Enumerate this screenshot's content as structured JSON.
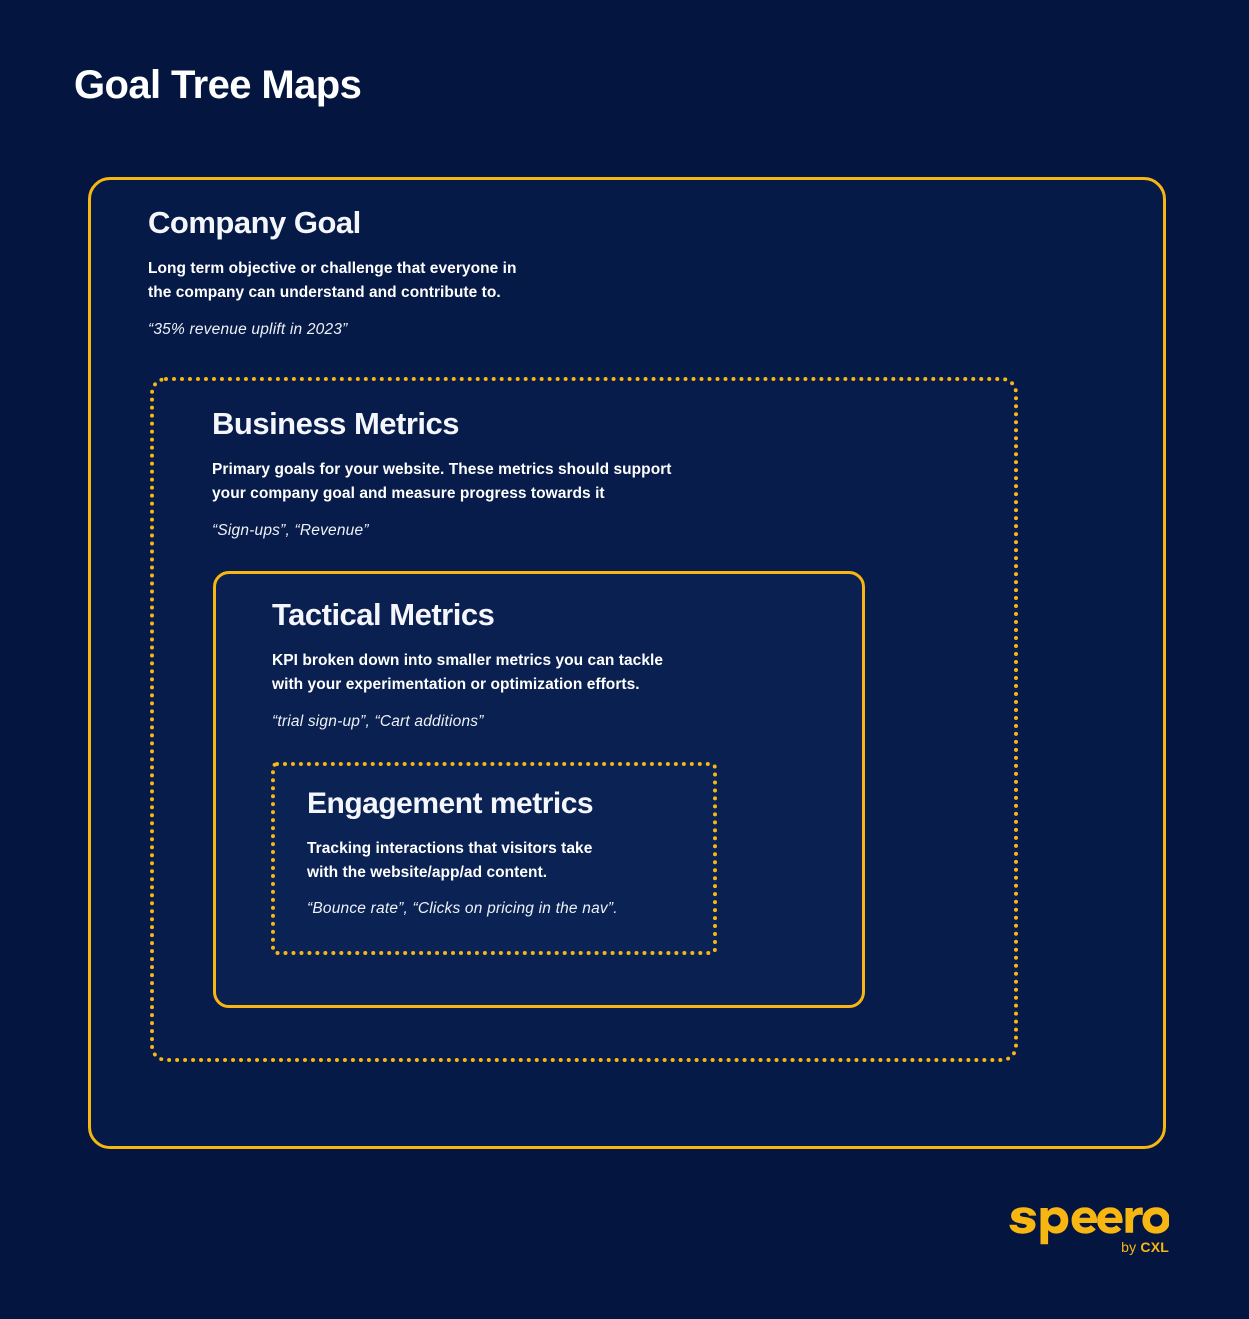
{
  "page": {
    "title": "Goal Tree Maps",
    "background_color": "#04153f",
    "accent_color": "#f8b612",
    "text_color": "#ffffff"
  },
  "levels": {
    "company": {
      "heading": "Company Goal",
      "description_line1": "Long term objective or challenge that everyone in",
      "description_line2": "the company can understand and contribute to.",
      "example": "“35% revenue uplift in 2023”",
      "border_style": "solid"
    },
    "business": {
      "heading": "Business Metrics",
      "description_line1": "Primary goals for your website. These metrics should support",
      "description_line2": "your company goal and measure progress towards it",
      "example": "“Sign-ups”, “Revenue”",
      "border_style": "dotted"
    },
    "tactical": {
      "heading": "Tactical Metrics",
      "description_line1": "KPI broken down into smaller metrics you can tackle",
      "description_line2": "with your experimentation or optimization efforts.",
      "example": "“trial sign-up”, “Cart additions”",
      "border_style": "solid"
    },
    "engagement": {
      "heading": "Engagement metrics",
      "description_line1": "Tracking interactions that visitors take",
      "description_line2": "with the website/app/ad content.",
      "example": "“Bounce rate”, “Clicks on pricing in the nav”.",
      "border_style": "dotted"
    }
  },
  "logo": {
    "wordmark": "speero",
    "byline_prefix": "by ",
    "byline_brand": "CXL",
    "color": "#f8b612"
  }
}
